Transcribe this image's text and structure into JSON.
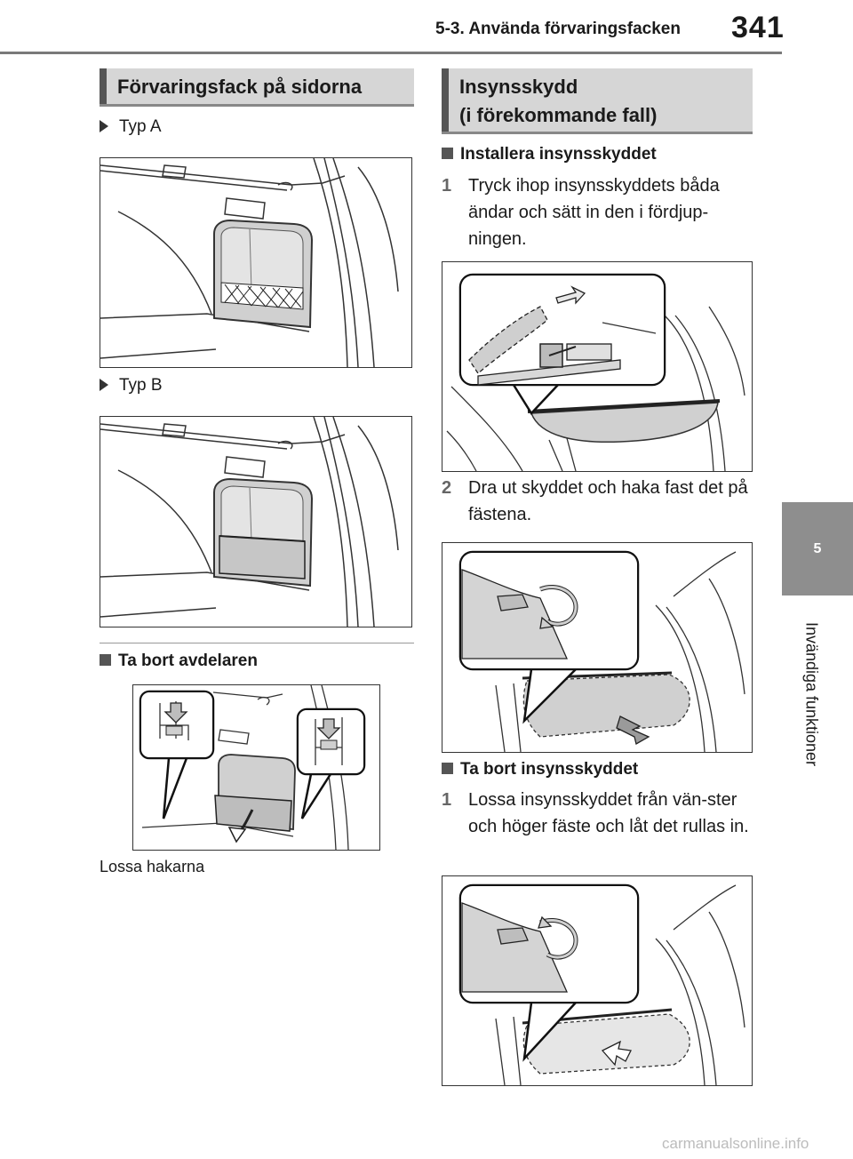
{
  "header": {
    "section_title": "5-3. Använda förvaringsfacken",
    "page_number": "341"
  },
  "side_tab": {
    "chapter_number": "5",
    "chapter_label": "Invändiga funktioner"
  },
  "left": {
    "heading": "Förvaringsfack på sidorna",
    "type_a": "Typ A",
    "type_b": "Typ B",
    "subheading": "Ta bort avdelaren",
    "caption": "Lossa hakarna"
  },
  "right": {
    "heading_line1": "Insynsskydd",
    "heading_line2": "(i förekommande fall)",
    "install": {
      "subheading": "Installera insynsskyddet",
      "steps": [
        {
          "num": "1",
          "text": "Tryck ihop insynsskyddets båda ändar och sätt in den i fördjup-ningen."
        },
        {
          "num": "2",
          "text": "Dra ut skyddet och haka fast det på fästena."
        }
      ]
    },
    "remove": {
      "subheading": "Ta bort insynsskyddet",
      "steps": [
        {
          "num": "1",
          "text": "Lossa insynsskyddet från vän-ster och höger fäste och låt det rullas in."
        }
      ]
    }
  },
  "watermark": "carmanualsonline.info"
}
